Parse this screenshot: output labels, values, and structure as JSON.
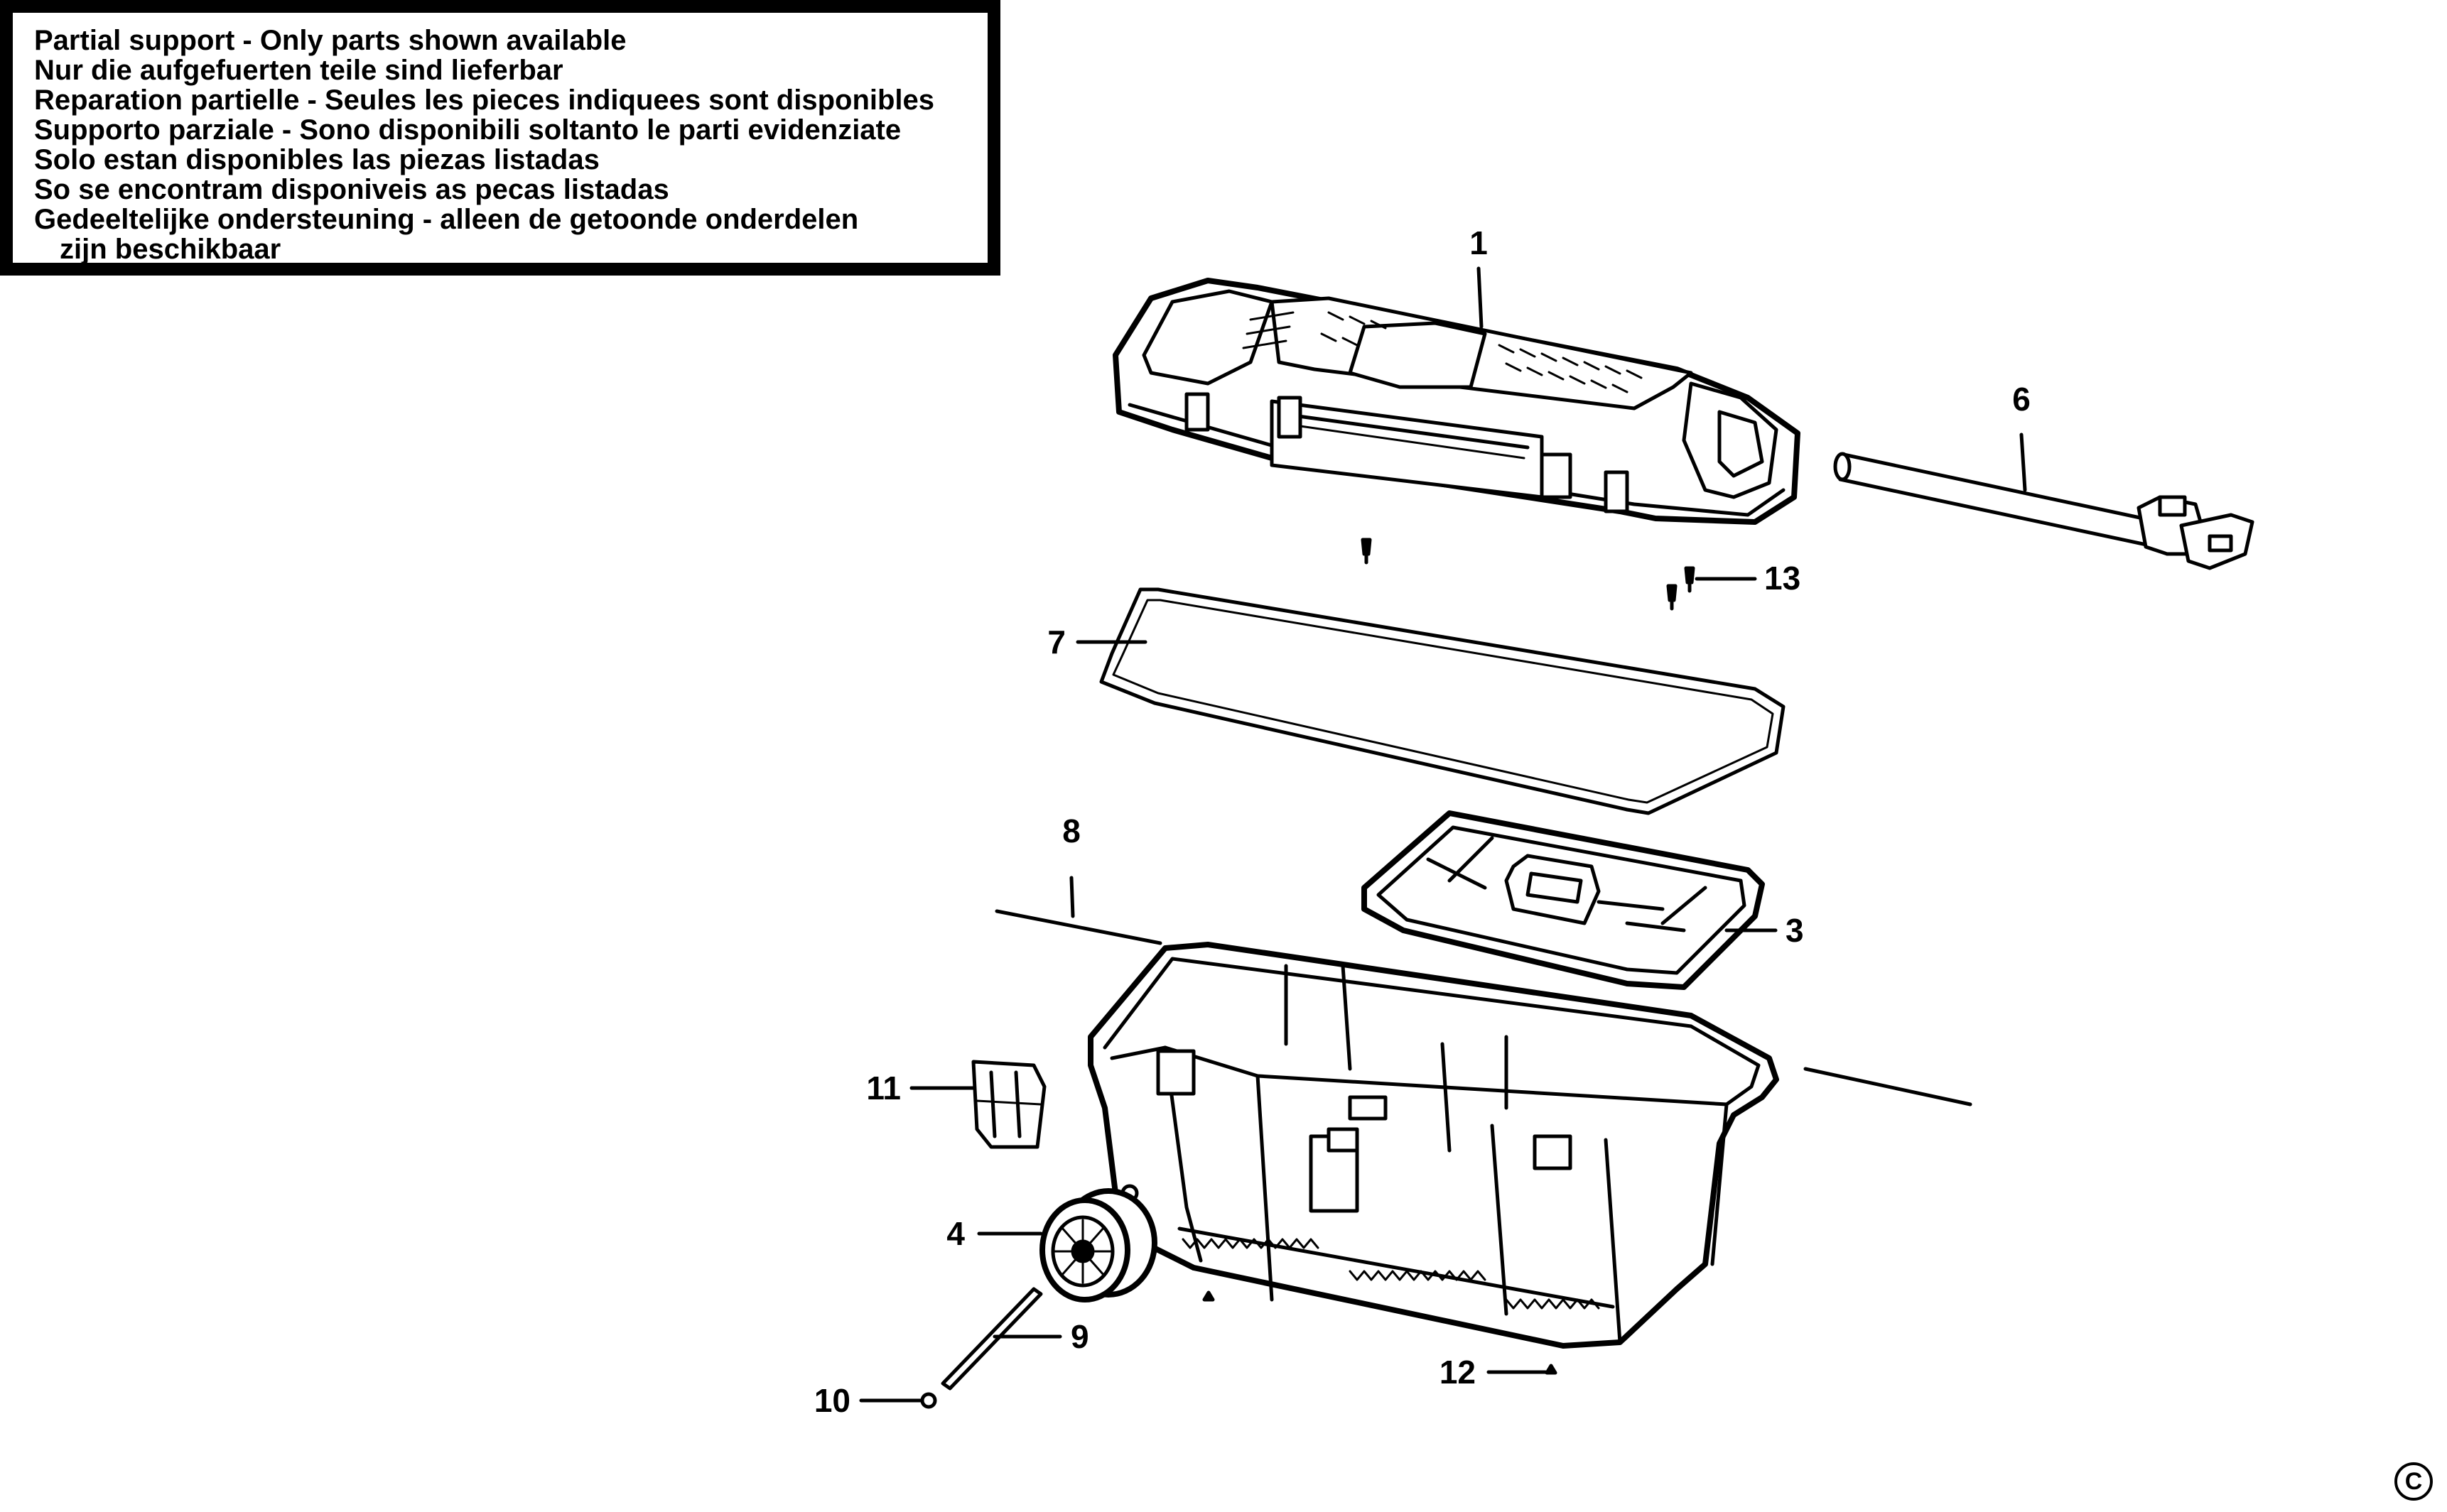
{
  "notice": {
    "lines": [
      "Partial support - Only parts shown available",
      "Nur die aufgefuerten teile sind lieferbar",
      "Reparation partielle - Seules les pieces indiquees sont disponibles",
      "Supporto parziale - Sono disponibili soltanto le parti evidenziate",
      "Solo estan disponibles las piezas listadas",
      "So se encontram disponiveis as pecas listadas",
      "Gedeeltelijke ondersteuning - alleen de getoonde onderdelen",
      "zijn beschikbaar"
    ]
  },
  "callouts": {
    "c1": "1",
    "c3": "3",
    "c4": "4",
    "c6": "6",
    "c7": "7",
    "c8": "8",
    "c9": "9",
    "c10": "10",
    "c11": "11",
    "c12": "12",
    "c13": "13"
  },
  "copyright_symbol": "C"
}
